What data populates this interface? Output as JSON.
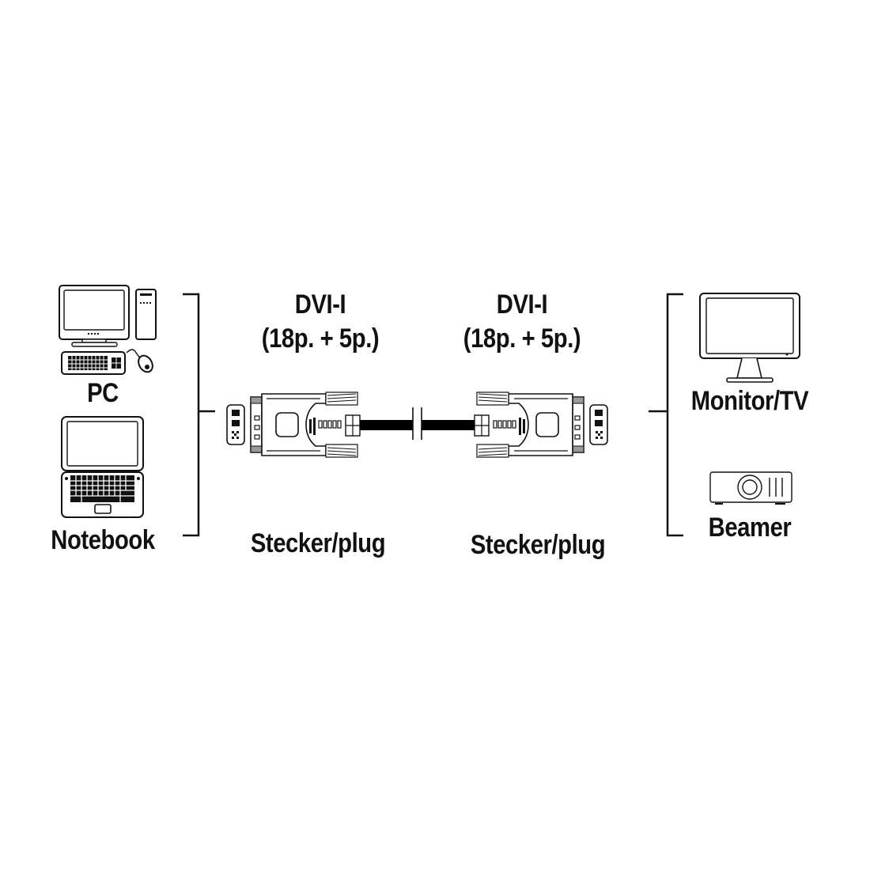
{
  "diagram": {
    "title": "DVI-I cable connection diagram",
    "colors": {
      "stroke": "#111111",
      "background": "#ffffff",
      "cable": "#000000"
    },
    "sources": [
      {
        "label": "PC",
        "icon": "desktop-pc-icon"
      },
      {
        "label": "Notebook",
        "icon": "laptop-icon"
      }
    ],
    "destinations": [
      {
        "label": "Monitor/TV",
        "icon": "monitor-icon"
      },
      {
        "label": "Beamer",
        "icon": "projector-icon"
      }
    ],
    "cable": {
      "left_connector": {
        "type": "DVI-I",
        "pins": "(18p. + 5p.)",
        "gender": "Stecker/plug"
      },
      "right_connector": {
        "type": "DVI-I",
        "pins": "(18p. + 5p.)",
        "gender": "Stecker/plug"
      }
    }
  }
}
